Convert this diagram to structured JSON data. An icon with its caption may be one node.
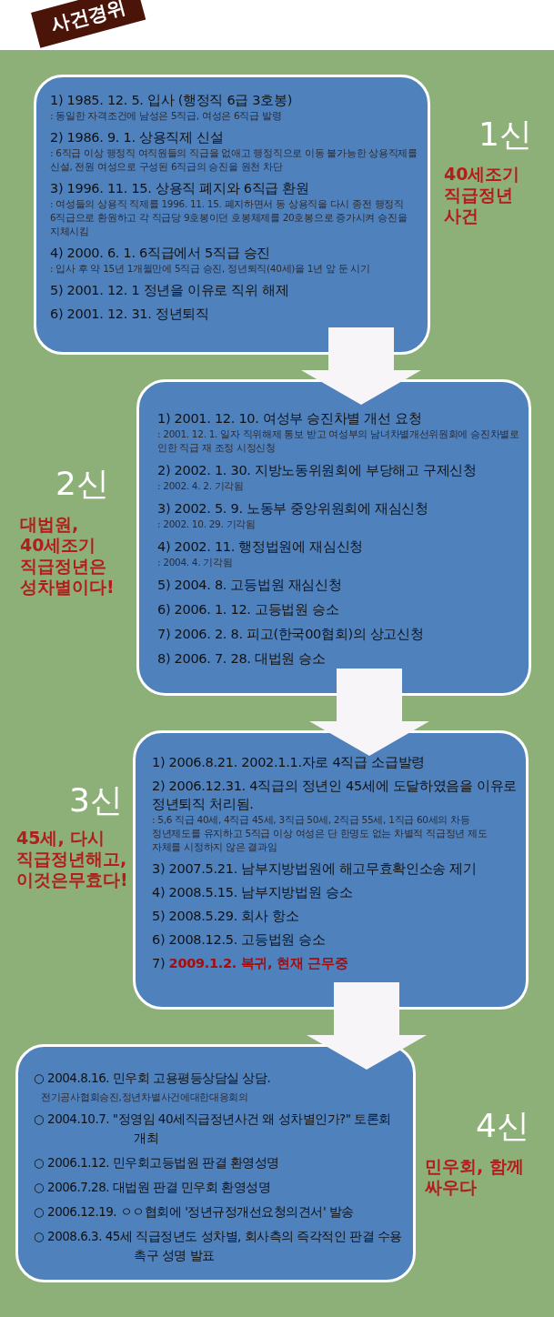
{
  "diagram": {
    "title": "사건경위",
    "nodes": [
      {
        "text": [
          "1) 1985. 12. 5. 입사 (행정직 6급 3호봉)",
          ": 동일한 자격조건에 남성은 5직급, 여성은 6직급 발령",
          "2) 1986. 9. 1. 상용직제 신설",
          ": 6직급 이상 행정직 여직원들의 직급을 없애고 행정직으로 이동 불가능한 상용직제를 신설, 전원 여성으로 구성된 6직급의 승진을 원천 차단",
          "3) 1996. 11. 15. 상용직 폐지와 6직급 환원",
          ": 여성들의 상용직 직제를 1996. 11. 15. 폐지하면서 동 상용직을 다시 종전 행정직 6직급으로 환원하고 각 직급당 9호봉이던 호봉체제를 20호봉으로 증가시켜 승진을 지체시킴",
          "4) 2000. 6. 1. 6직급에서 5직급 승진",
          ": 입사 후 약 15년 1개월만에 5직급 승진, 정년퇴직(40세)을 1년 앞 둔 시기",
          "5) 2001. 12. 1 정년을 이유로 직위 해제",
          "6) 2001. 12. 31. 정년퇴직"
        ],
        "beside": [
          "1신",
          "40세조기 직급정년 사건"
        ]
      },
      {
        "text": [
          "1) 2001. 12. 10. 여성부 승진차별 개선 요청",
          ": 2001. 12. 1. 일자 직위해제 통보 받고 여성부의 남녀차별개선위원회에 승진차별로 인한 직급 재 조정 시정신청",
          "2) 2002. 1. 30. 지방노동위원회에 부당해고 구제신청",
          ": 2002. 4. 2. 기각됨",
          "3) 2002. 5. 9. 노동부 중앙위원회에 재심신청",
          ": 2002. 10. 29. 기각됨",
          "4) 2002. 11. 행정법원에 재심신청",
          ": 2004. 4. 기각됨",
          "5) 2004. 8. 고등법원 재심신청",
          "6) 2006. 1. 12. 고등법원 승소",
          "7) 2006. 2. 8. 피고(한국00협회)의 상고신청",
          "8) 2006. 7. 28. 대법원 승소"
        ],
        "beside": [
          "2신",
          "대법원, 40세조기 직급정년은 성차별이다!"
        ]
      },
      {
        "text": [
          "1) 2006.8.21. 2002.1.1.자로 4직급 소급발령",
          "2) 2006.12.31. 4직급의 정년인 45세에 도달하였음을 이유로 정년퇴직 처리됨.",
          ": 5,6 직급 40세, 4직급 45세, 3직급 50세, 2직급 55세, 1직급 60세의 차등 정년제도를 유지하고 5직급 이상 여성은 단 한명도 없는 차별적 직급정년 제도 자체를 시정하지 않은 결과임",
          "3) 2007.5.21. 남부지방법원에 해고무효확인소송 제기",
          "4) 2008.5.15. 남부지방법원 승소",
          "5) 2008.5.29. 회사 항소",
          "6) 2008.12.5. 고등법원 승소",
          "7) 2009.1.2. 복귀, 현재 근무중"
        ],
        "beside": [
          "3신",
          "45세, 다시 직급정년해고, 이것은무효다!"
        ]
      },
      {
        "text": [
          "○ 2004.8.16. 민우회 고용평등상담실 상담.",
          "전기공사협회승진,정년차별사건에대한대응회의",
          "○ 2004.10.7. \"정영임 40세직급정년사건 왜 성차별인가?\" 토론회 개최",
          "○ 2006.1.12. 민우회고등법원 판결 환영성명",
          "○ 2006.7.28. 대법원 판결 민우회 환영성명",
          "○ 2006.12.19. ㅇㅇ협회에 '정년규정개선요청의견서' 발송",
          "○ 2008.6.3. 45세 직급정년도 성차별, 회사측의 즉각적인 판결 수용 촉구 성명 발표"
        ],
        "beside": [
          "4신",
          "민우회, 함께 싸우다"
        ]
      }
    ],
    "edges": [
      {
        "from": 0,
        "to": 1,
        "arrow": "to"
      },
      {
        "from": 1,
        "to": 2,
        "arrow": "to"
      },
      {
        "from": 2,
        "to": 3,
        "arrow": "to"
      }
    ]
  }
}
